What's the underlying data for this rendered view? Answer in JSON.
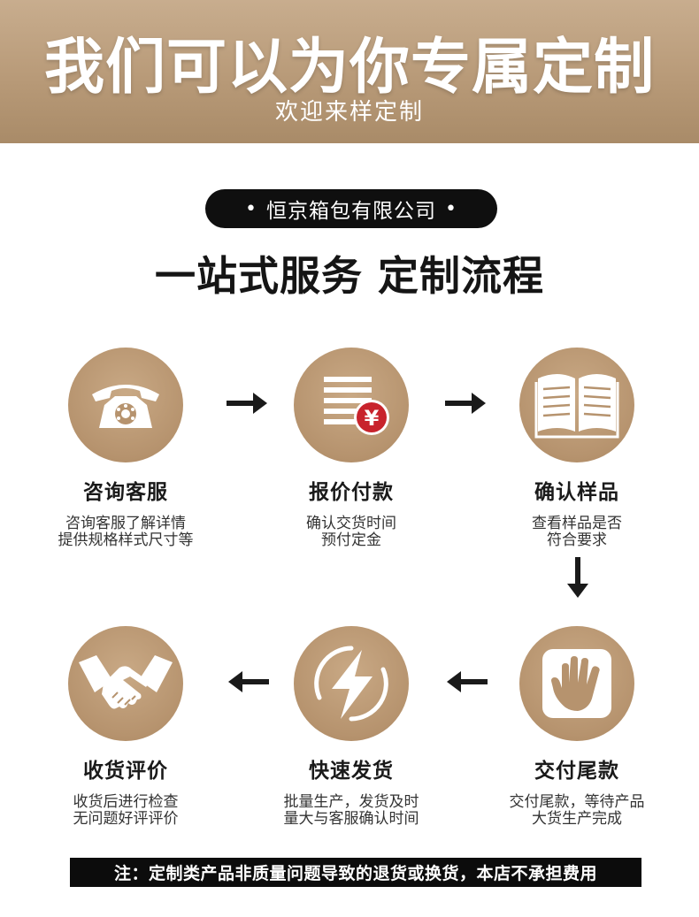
{
  "banner": {
    "title": "我们可以为你专属定制",
    "subtitle": "欢迎来样定制"
  },
  "company": {
    "dot": "•",
    "name": "恒京箱包有限公司"
  },
  "section_title": "一站式服务 定制流程",
  "steps": [
    {
      "title": "咨询客服",
      "desc1": "咨询客服了解详情",
      "desc2": "提供规格样式尺寸等",
      "icon": "telephone-icon"
    },
    {
      "title": "报价付款",
      "desc1": "确认交货时间",
      "desc2": "预付定金",
      "icon": "price-list-icon"
    },
    {
      "title": "确认样品",
      "desc1": "查看样品是否",
      "desc2": "符合要求",
      "icon": "open-book-icon"
    },
    {
      "title": "交付尾款",
      "desc1": "交付尾款，等待产品",
      "desc2": "大货生产完成",
      "icon": "hand-icon"
    },
    {
      "title": "快速发货",
      "desc1": "批量生产，发货及时",
      "desc2": "量大与客服确认时间",
      "icon": "lightning-icon"
    },
    {
      "title": "收货评价",
      "desc1": "收货后进行检查",
      "desc2": "无问题好评评价",
      "icon": "handshake-icon"
    }
  ],
  "yen_symbol": "¥",
  "note": "注：定制类产品非质量问题导致的退货或换货，本店不承担费用",
  "colors": {
    "banner": "#b89a78",
    "circle": "#b6936e",
    "dark": "#0f0f0f",
    "yen_red": "#c8232c"
  }
}
